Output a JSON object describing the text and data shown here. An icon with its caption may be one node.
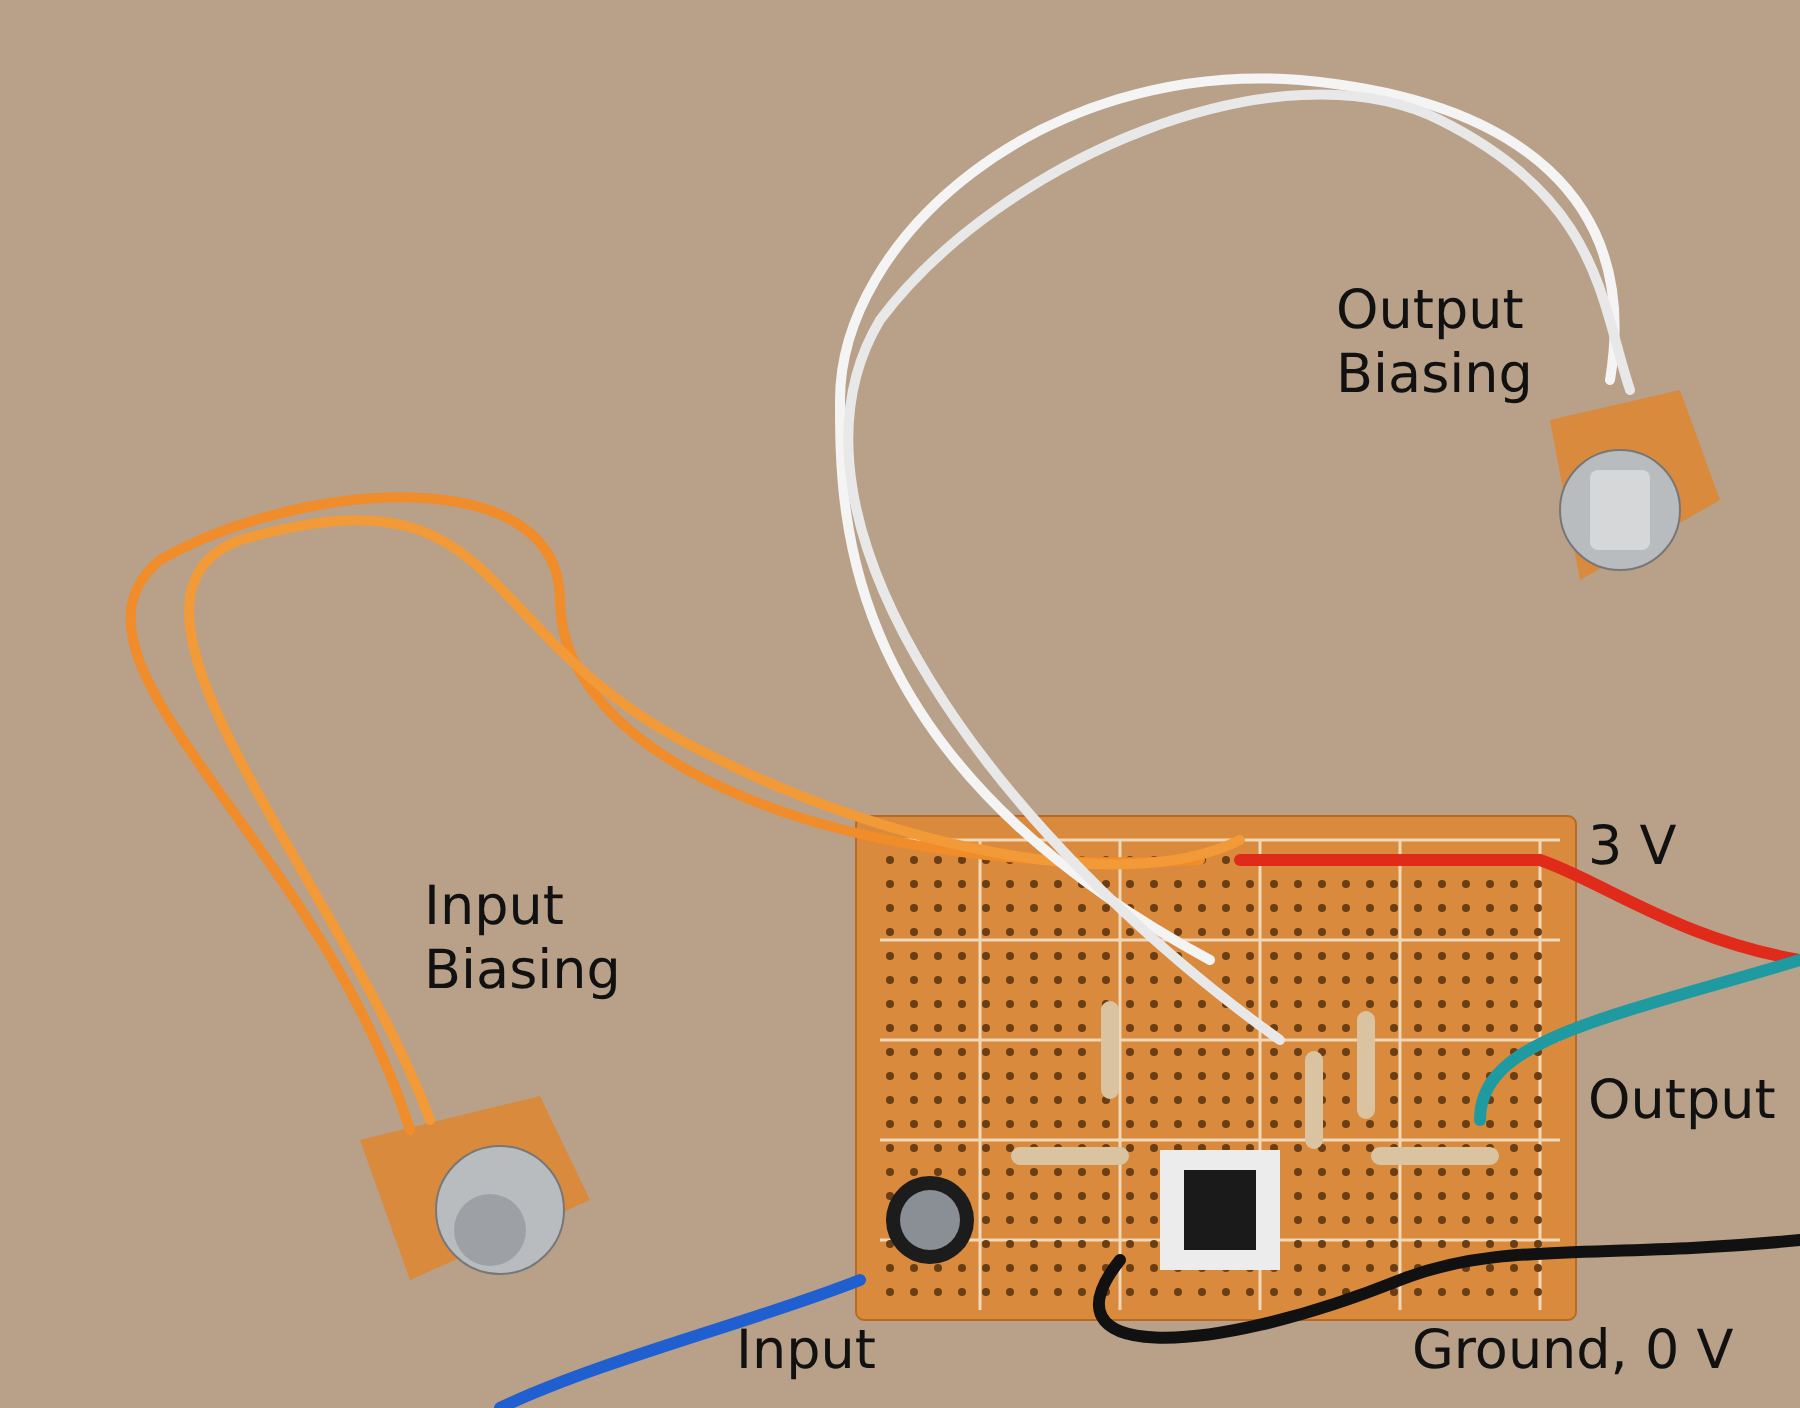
{
  "diagram": {
    "labels": [
      "Output Biasing",
      "Input Biasing",
      "3 V",
      "Output",
      "Input",
      "Ground, 0 V"
    ]
  }
}
